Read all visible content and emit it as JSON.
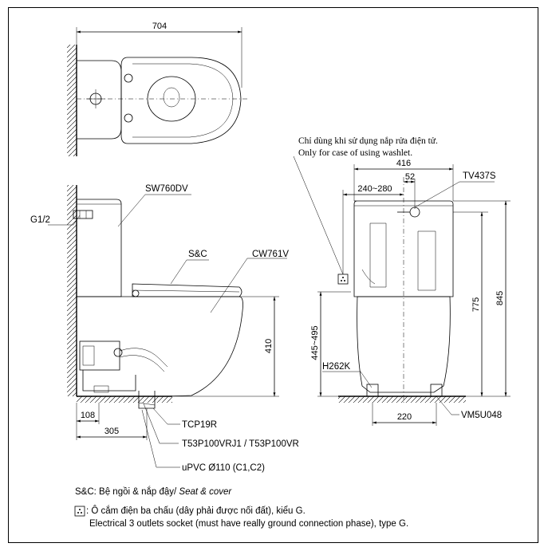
{
  "dimensions": {
    "top_width": "704",
    "side_height": "410",
    "left_108": "108",
    "left_305": "305",
    "front_width": "416",
    "front_52": "52",
    "front_range": "240~280",
    "front_220": "220",
    "front_775": "775",
    "front_845": "845",
    "front_445_495": "445~495"
  },
  "labels": {
    "tank": "SW760DV",
    "inlet": "G1/2",
    "seat_cover": "S&C",
    "bowl": "CW761V",
    "adapter": "TCP19R",
    "valves": "T53P100VRJ1 / T53P100VR",
    "pipe": "uPVC Ø110 (C1,C2)",
    "flush_valve": "TV437S",
    "hose": "H262K",
    "flange": "VM5U048"
  },
  "washlet_note": {
    "vi": "Chỉ dùng khi sử dụng nắp rửa điện tử.",
    "en": "Only for case of using washlet."
  },
  "legend": {
    "seat_prefix": "S&C: Bệ ngồi & nắp đậy/ ",
    "seat_en": "Seat & cover",
    "socket_vi": ": Ô cắm điện ba chấu (dây phải được nối đất), kiểu G.",
    "socket_en": "Electrical 3 outlets socket (must have really ground connection phase), type G."
  },
  "icons": [
    "socket-icon"
  ]
}
